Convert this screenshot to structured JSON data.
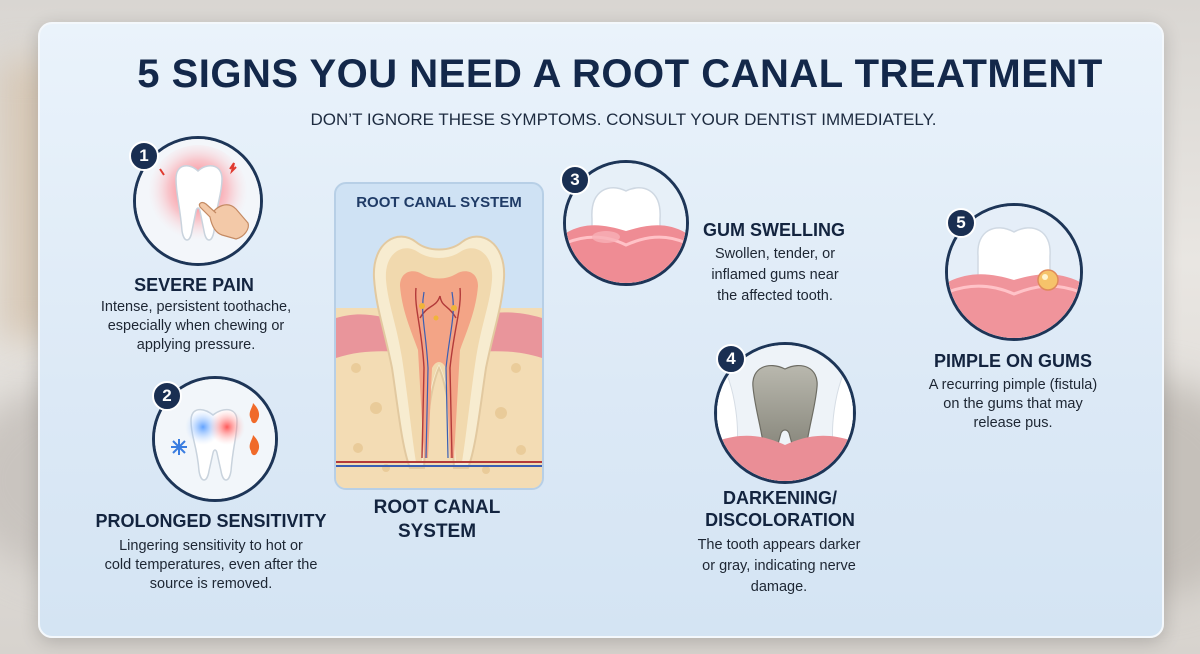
{
  "header": {
    "title": "5 SIGNS YOU NEED A ROOT CANAL TREATMENT",
    "subtitle": "DON’T IGNORE THESE SYMPTOMS. CONSULT YOUR DENTIST IMMEDIATELY."
  },
  "signs": [
    {
      "number": "1",
      "title": "SEVERE PAIN",
      "lines": [
        "Intense, persistent toothache,",
        "especially when chewing or",
        "applying pressure."
      ]
    },
    {
      "number": "2",
      "title": "PROLONGED SENSITIVITY",
      "lines": [
        "Lingering sensitivity to hot or",
        "cold temperatures, even after the",
        "source is removed."
      ]
    },
    {
      "number": "3",
      "title": "GUM SWELLING",
      "lines": [
        "Swollen, tender, or",
        "inflamed gums near",
        "the affected tooth."
      ]
    },
    {
      "number": "4",
      "title_lines": [
        "DARKENING/",
        "DISCOLORATION"
      ],
      "lines": [
        "The tooth appears darker",
        "or gray, indicating nerve",
        "damage."
      ]
    },
    {
      "number": "5",
      "title": "PIMPLE ON GUMS",
      "lines": [
        "A recurring pimple (fistula)",
        "on the gums that may",
        "release pus."
      ]
    }
  ],
  "diagram": {
    "label": "ROOT CANAL SYSTEM",
    "caption_lines": [
      "ROOT CANAL",
      "SYSTEM"
    ]
  },
  "icons": [
    "tooth-pain-icon",
    "hand-pointing-icon",
    "snowflake-icon",
    "flame-icon",
    "swollen-gum-icon",
    "gray-tooth-icon",
    "gum-pimple-icon",
    "tooth-cross-section-icon"
  ],
  "colors": {
    "title": "#13284a",
    "badge": "#1a2f52",
    "gum": "#e88b93",
    "card": "#dce9f6"
  }
}
